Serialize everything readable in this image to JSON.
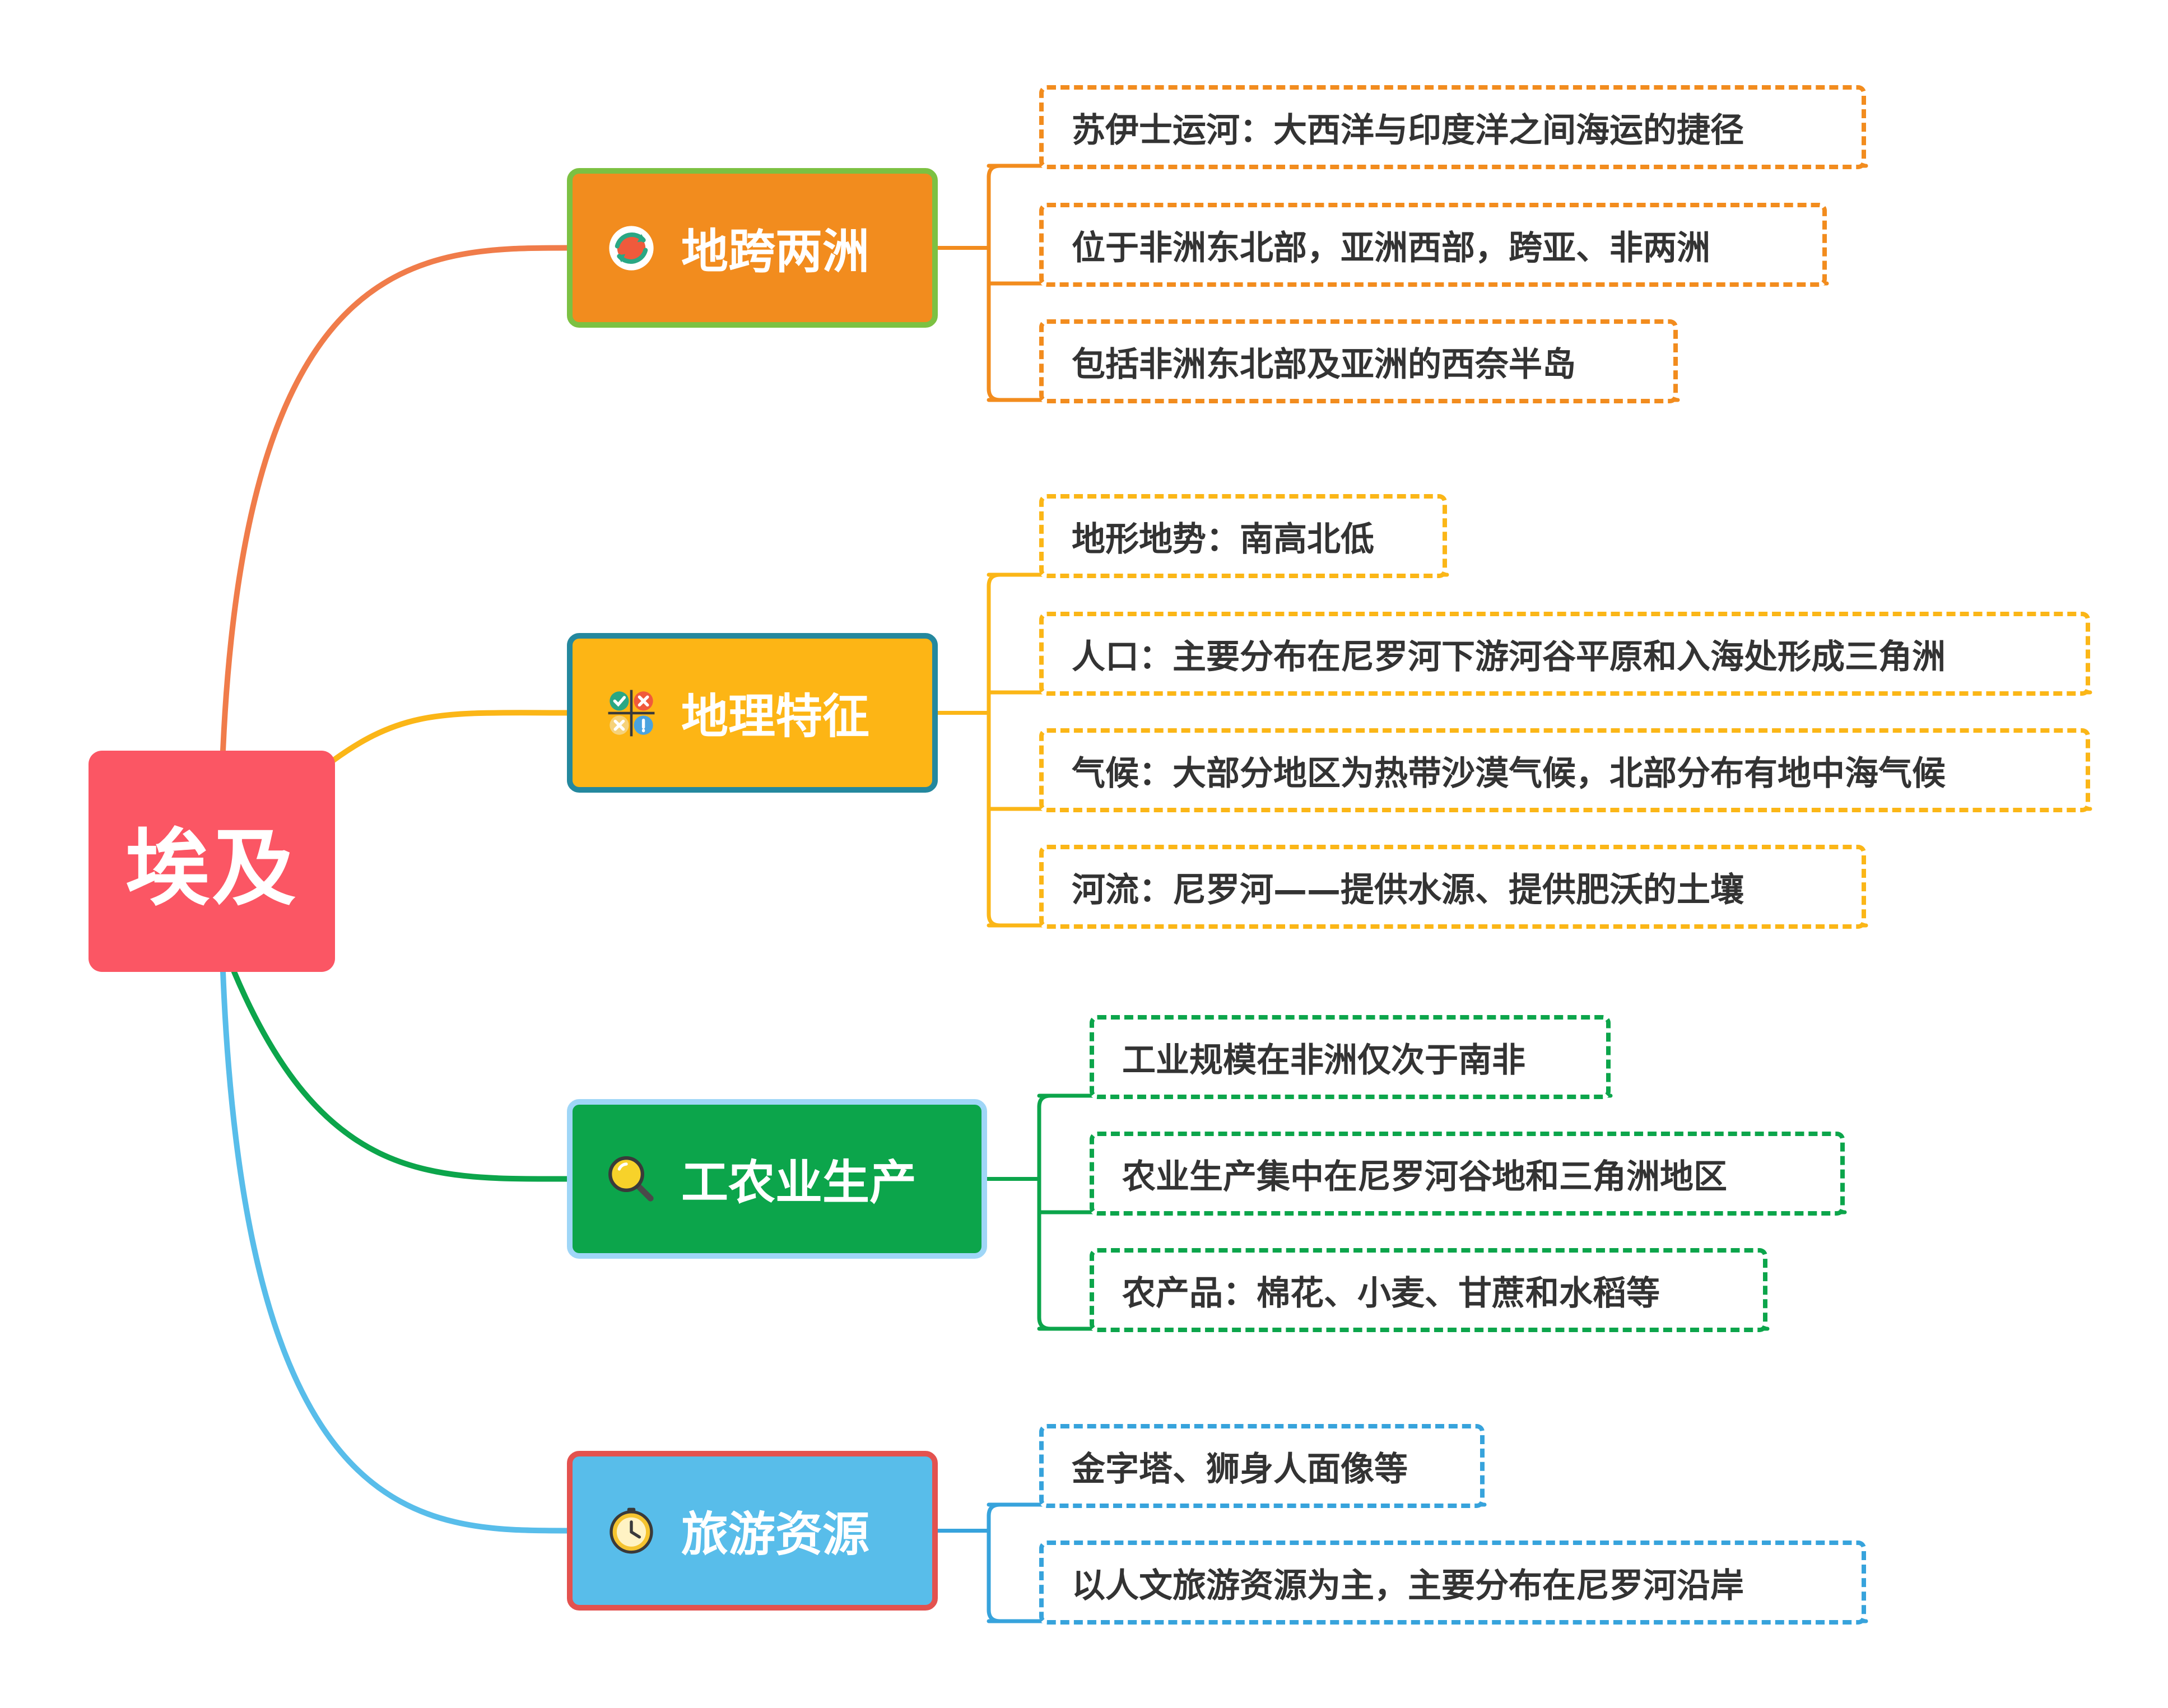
{
  "root": {
    "label": "埃及",
    "color": "#fb5664"
  },
  "branches": [
    {
      "label": "地跨两洲",
      "icon": "refresh-icon",
      "fill": "#f28c1e",
      "border": "#7cc142",
      "line": "#f07c4a",
      "leafLine": "#f28c1e",
      "children": [
        "苏伊士运河：大西洋与印度洋之间海运的捷径",
        "位于非洲东北部，亚洲西部，跨亚、非两洲",
        "包括非洲东北部及亚洲的西奈半岛"
      ]
    },
    {
      "label": "地理特征",
      "icon": "checklist-grid-icon",
      "fill": "#fdb515",
      "border": "#24889e",
      "line": "#fbb617",
      "leafLine": "#fbb617",
      "children": [
        "地形地势：南高北低",
        "人口：主要分布在尼罗河下游河谷平原和入海处形成三角洲",
        "气候：大部分地区为热带沙漠气候，北部分布有地中海气候",
        "河流：尼罗河——提供水源、提供肥沃的土壤"
      ]
    },
    {
      "label": "工农业生产",
      "icon": "magnifier-icon",
      "fill": "#0ca54b",
      "border": "#9fd6f7",
      "line": "#0ca54b",
      "leafLine": "#0ca54b",
      "children": [
        "工业规模在非洲仅次于南非",
        "农业生产集中在尼罗河谷地和三角洲地区",
        "农产品：棉花、小麦、甘蔗和水稻等"
      ]
    },
    {
      "label": "旅游资源",
      "icon": "clock-icon",
      "fill": "#58bdea",
      "border": "#e3524f",
      "line": "#58bdea",
      "leafLine": "#37a3dc",
      "children": [
        "金字塔、狮身人面像等",
        "以人文旅游资源为主，主要分布在尼罗河沿岸"
      ]
    }
  ]
}
